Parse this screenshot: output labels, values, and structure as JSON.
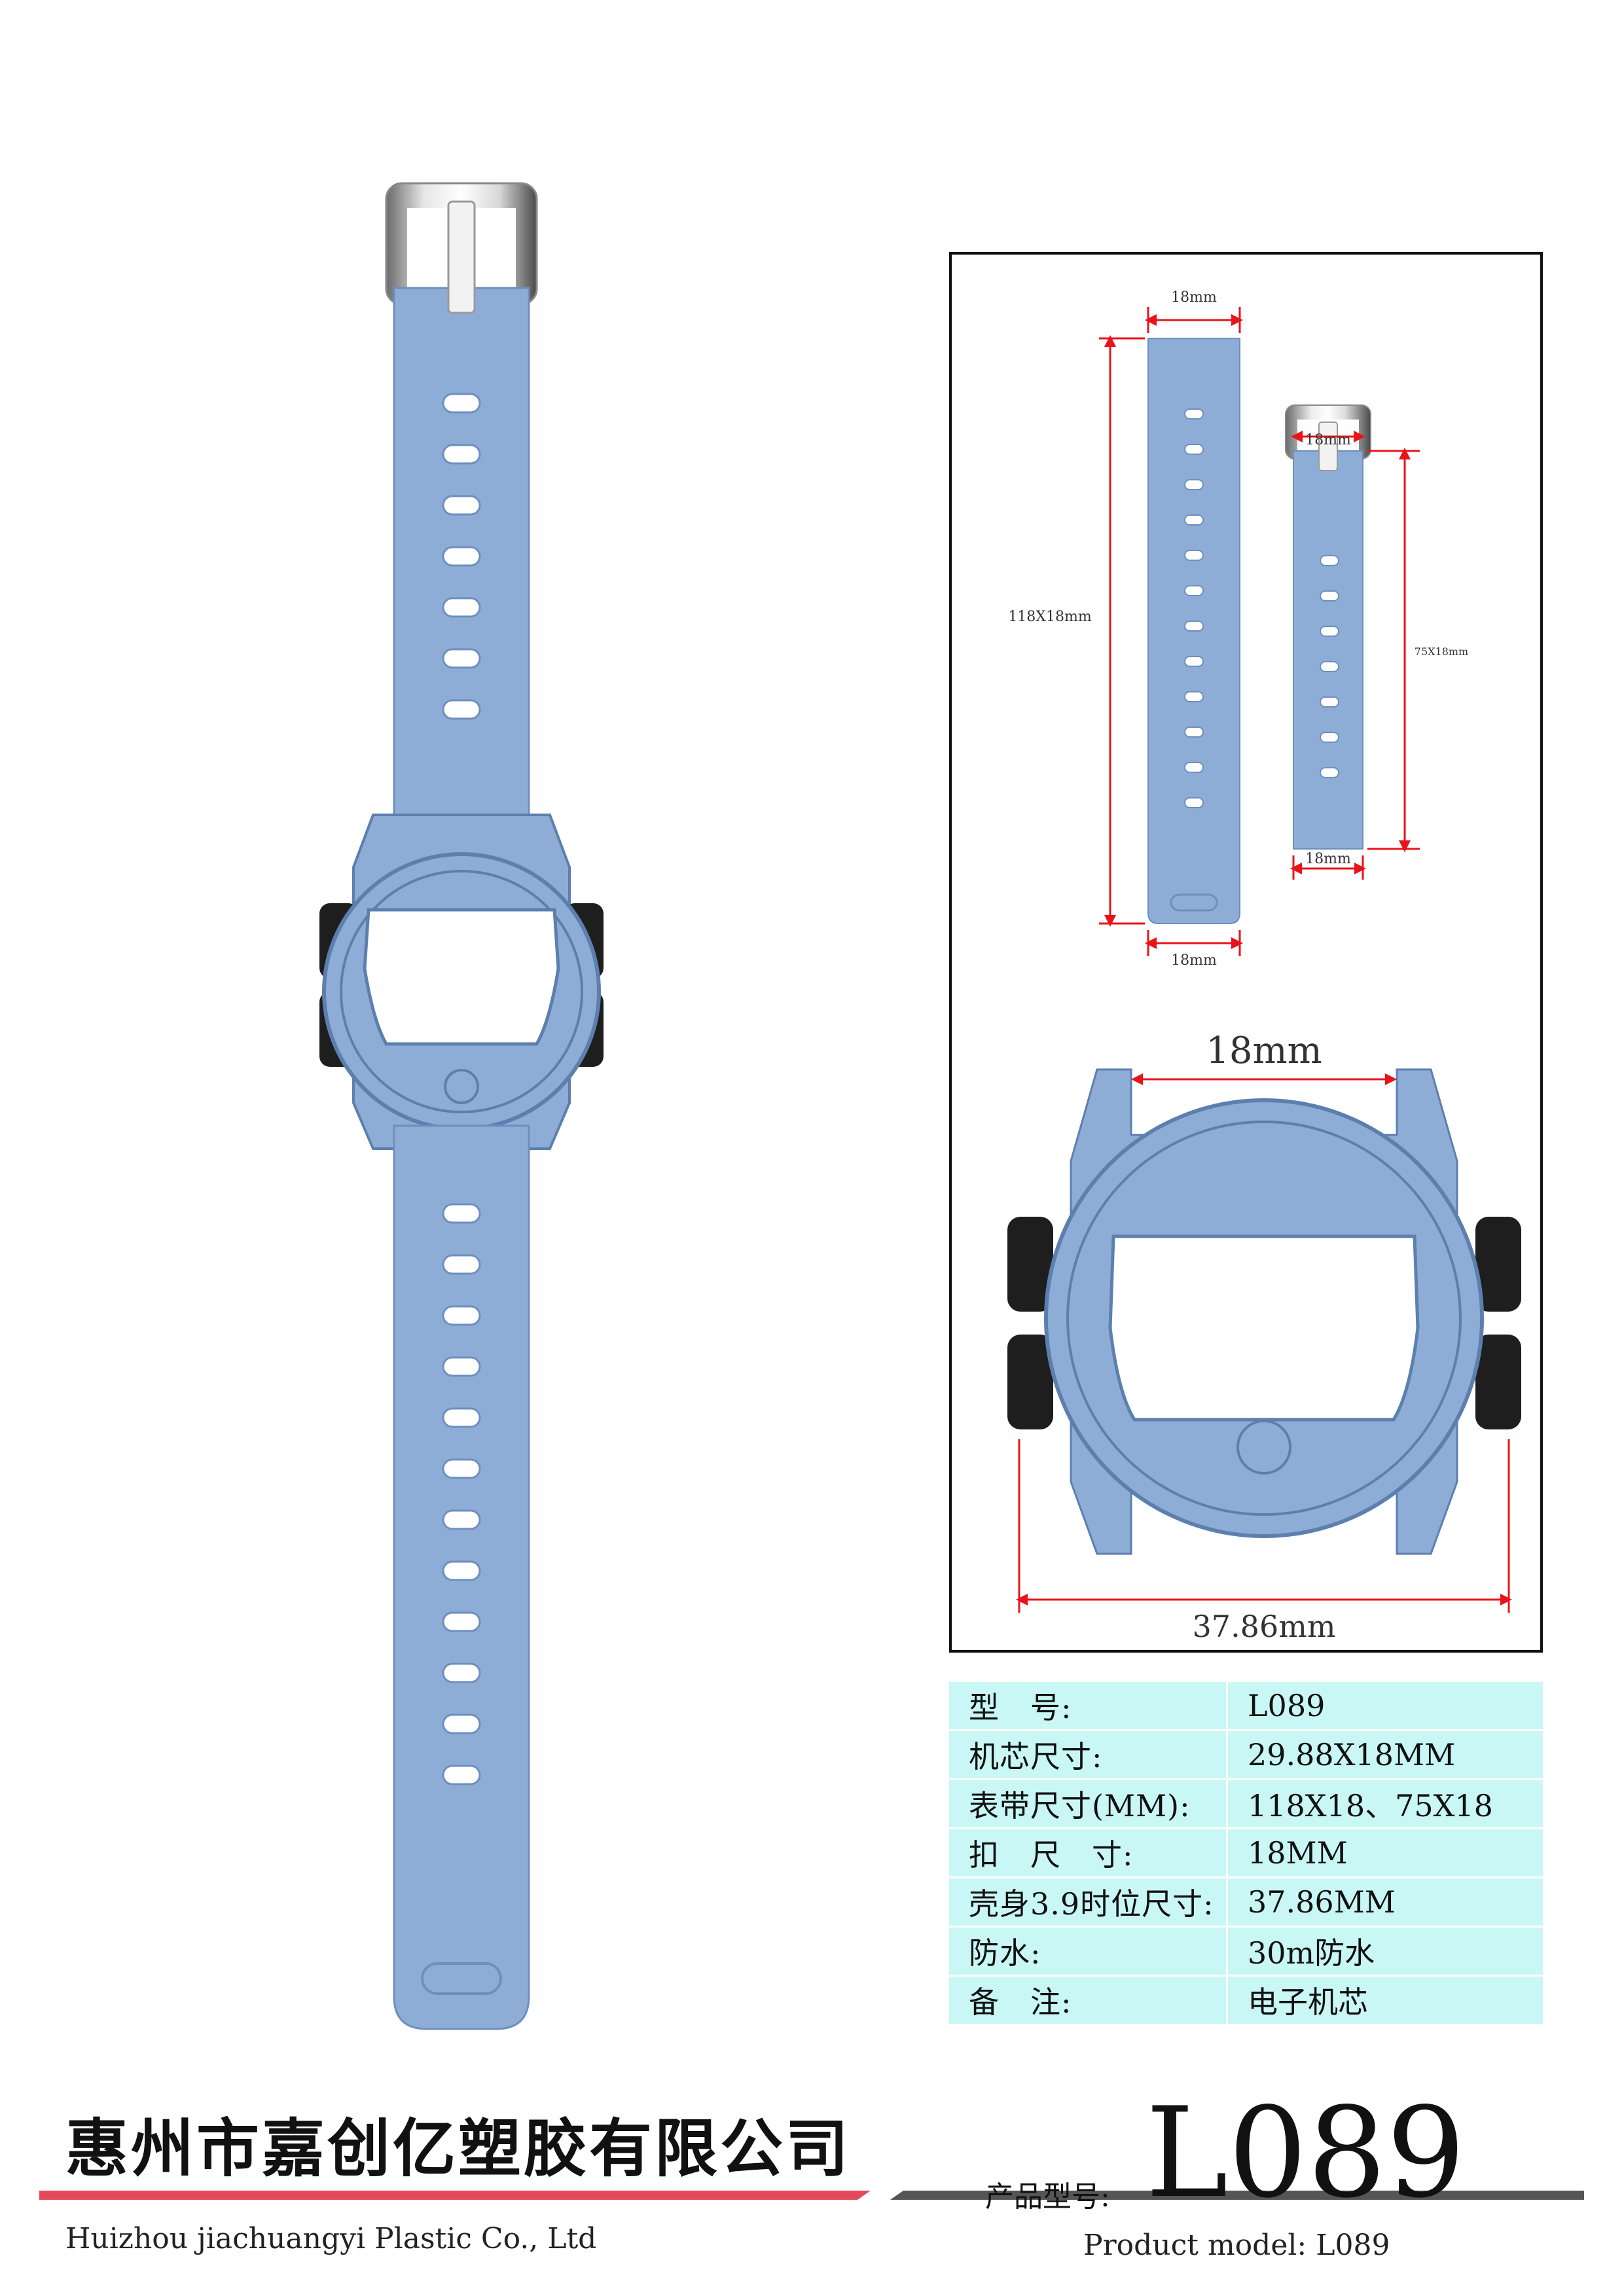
{
  "colors": {
    "strap": "#8eadd6",
    "strap_outline": "#6d8fbf",
    "case_ring": "#5c7fae",
    "buttons": "#1e1e1e",
    "dimension_lines": "#e8141a",
    "table_bg": "#c9f7f5",
    "footer_line_left": "#e54a5a",
    "footer_line_right": "#555555"
  },
  "dimensions": {
    "top_strap_width": "18mm",
    "top_strap_length": "118X18mm",
    "top_strap_bottom_width": "18mm",
    "buckle_width": "18mm",
    "bottom_strap_length": "75X18mm",
    "bottom_strap_width": "18mm",
    "lug_width": "18mm",
    "case_width": "37.86mm"
  },
  "specs": [
    {
      "key": "型　号:",
      "value": "L089"
    },
    {
      "key": "机芯尺寸:",
      "value": "29.88X18MM"
    },
    {
      "key": "表带尺寸(MM):",
      "value": "118X18、75X18"
    },
    {
      "key": "扣　尺　寸:",
      "value": "18MM"
    },
    {
      "key": "壳身3.9时位尺寸:",
      "value": "37.86MM"
    },
    {
      "key": "防水:",
      "value": "30m防水"
    },
    {
      "key": "备　注:",
      "value": "电子机芯"
    }
  ],
  "footer": {
    "company_cn": "惠州市嘉创亿塑胶有限公司",
    "company_en": "Huizhou jiachuangyi Plastic Co., Ltd",
    "model_label_cn": "产品型号:",
    "model_code": "L089",
    "model_en": "Product model: L089"
  }
}
